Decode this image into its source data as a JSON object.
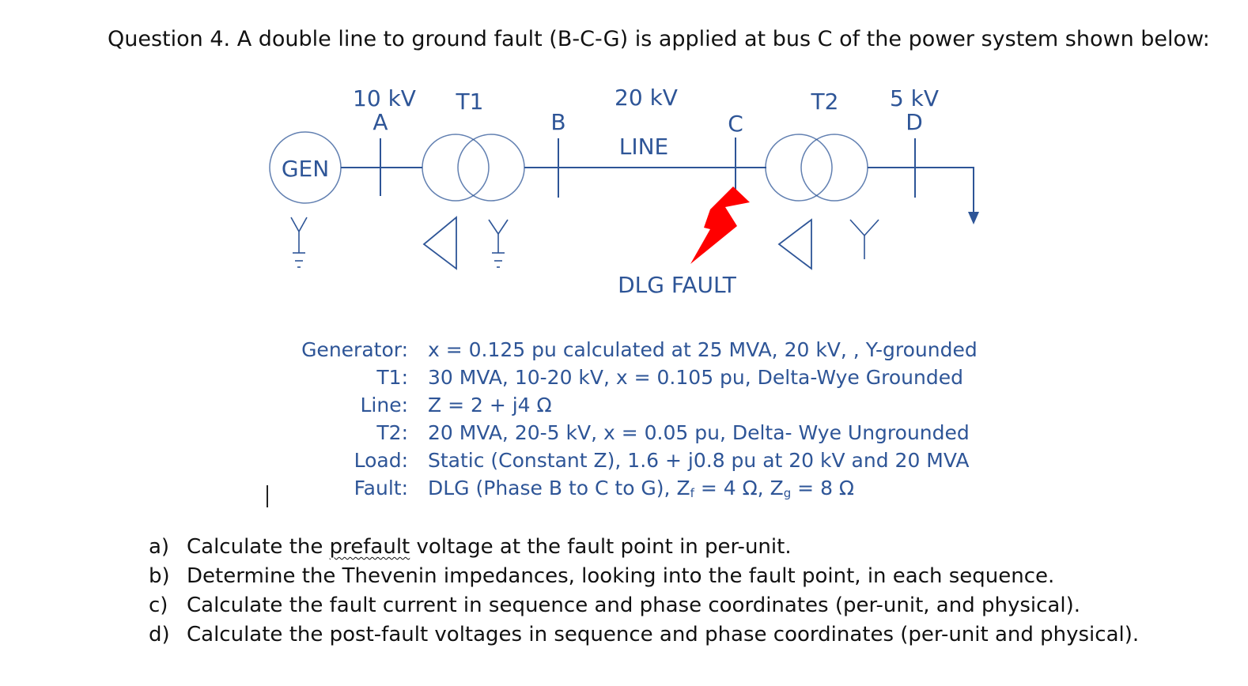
{
  "question": {
    "title": "Question 4. A double line to ground fault (B-C-G) is applied at bus C of the power system shown below:"
  },
  "diagram": {
    "color": "#2E5597",
    "fault_color": "#FF0000",
    "gen_label": "GEN",
    "bus_a_voltage": "10 kV",
    "bus_a_label": "A",
    "t1_label": "T1",
    "bus_b_label": "B",
    "line_voltage": "20 kV",
    "line_label": "LINE",
    "bus_c_label": "C",
    "t2_label": "T2",
    "bus_d_voltage": "5 kV",
    "bus_d_label": "D",
    "fault_label": "DLG FAULT"
  },
  "parameters": [
    {
      "label": "Generator:",
      "value": "x = 0.125 pu calculated at 25 MVA, 20 kV, , Y-grounded"
    },
    {
      "label": "T1:",
      "value": "30 MVA, 10-20 kV, x = 0.105 pu, Delta-Wye Grounded"
    },
    {
      "label": "Line:",
      "value": "Z = 2 + j4 Ω"
    },
    {
      "label": "T2:",
      "value": "20 MVA, 20-5 kV, x = 0.05 pu, Delta- Wye Ungrounded"
    },
    {
      "label": "Load:",
      "value": "Static (Constant Z), 1.6 + j0.8 pu at 20 kV and 20 MVA"
    },
    {
      "label": "Fault:",
      "value_prefix": "DLG (Phase B to C to G), Z",
      "zf_sub": "f",
      "zf_value": " = 4 Ω, Z",
      "zg_sub": "g",
      "zg_value": " = 8 Ω"
    }
  ],
  "tasks": [
    {
      "label": "a)",
      "pre": "Calculate the ",
      "marked": "prefault",
      "post": " voltage at the fault point in per-unit."
    },
    {
      "label": "b)",
      "text": "Determine the Thevenin impedances, looking into the fault point, in each sequence."
    },
    {
      "label": "c)",
      "text": "Calculate the fault current in sequence and phase coordinates (per-unit, and physical)."
    },
    {
      "label": "d)",
      "text": "Calculate the post-fault voltages in sequence and phase coordinates (per-unit and physical)."
    }
  ]
}
